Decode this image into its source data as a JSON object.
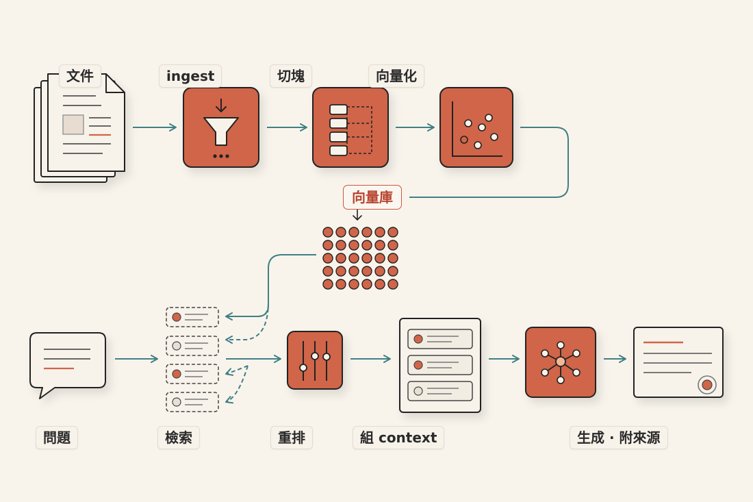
{
  "labels": {
    "documents": "文件",
    "ingest": "ingest",
    "chunk": "切塊",
    "vectorize": "向量化",
    "vector_store": "向量庫",
    "question": "問題",
    "retrieve": "檢索",
    "rerank": "重排",
    "assemble_context": "組 context",
    "generate_cite": "生成 · 附來源"
  },
  "colors": {
    "accent": "#d0654a",
    "arrow": "#3f7f84",
    "outline": "#222222",
    "background": "#f8f4ec",
    "paper": "#f7f3ea"
  },
  "icons": {
    "ingest": "funnel-icon",
    "chunk": "chunks-icon",
    "vectorize": "scatter-plot-icon",
    "vector_store": "vector-grid-icon",
    "rerank": "sliders-icon",
    "generate": "network-hub-icon",
    "answer": "document-with-seal-icon"
  }
}
